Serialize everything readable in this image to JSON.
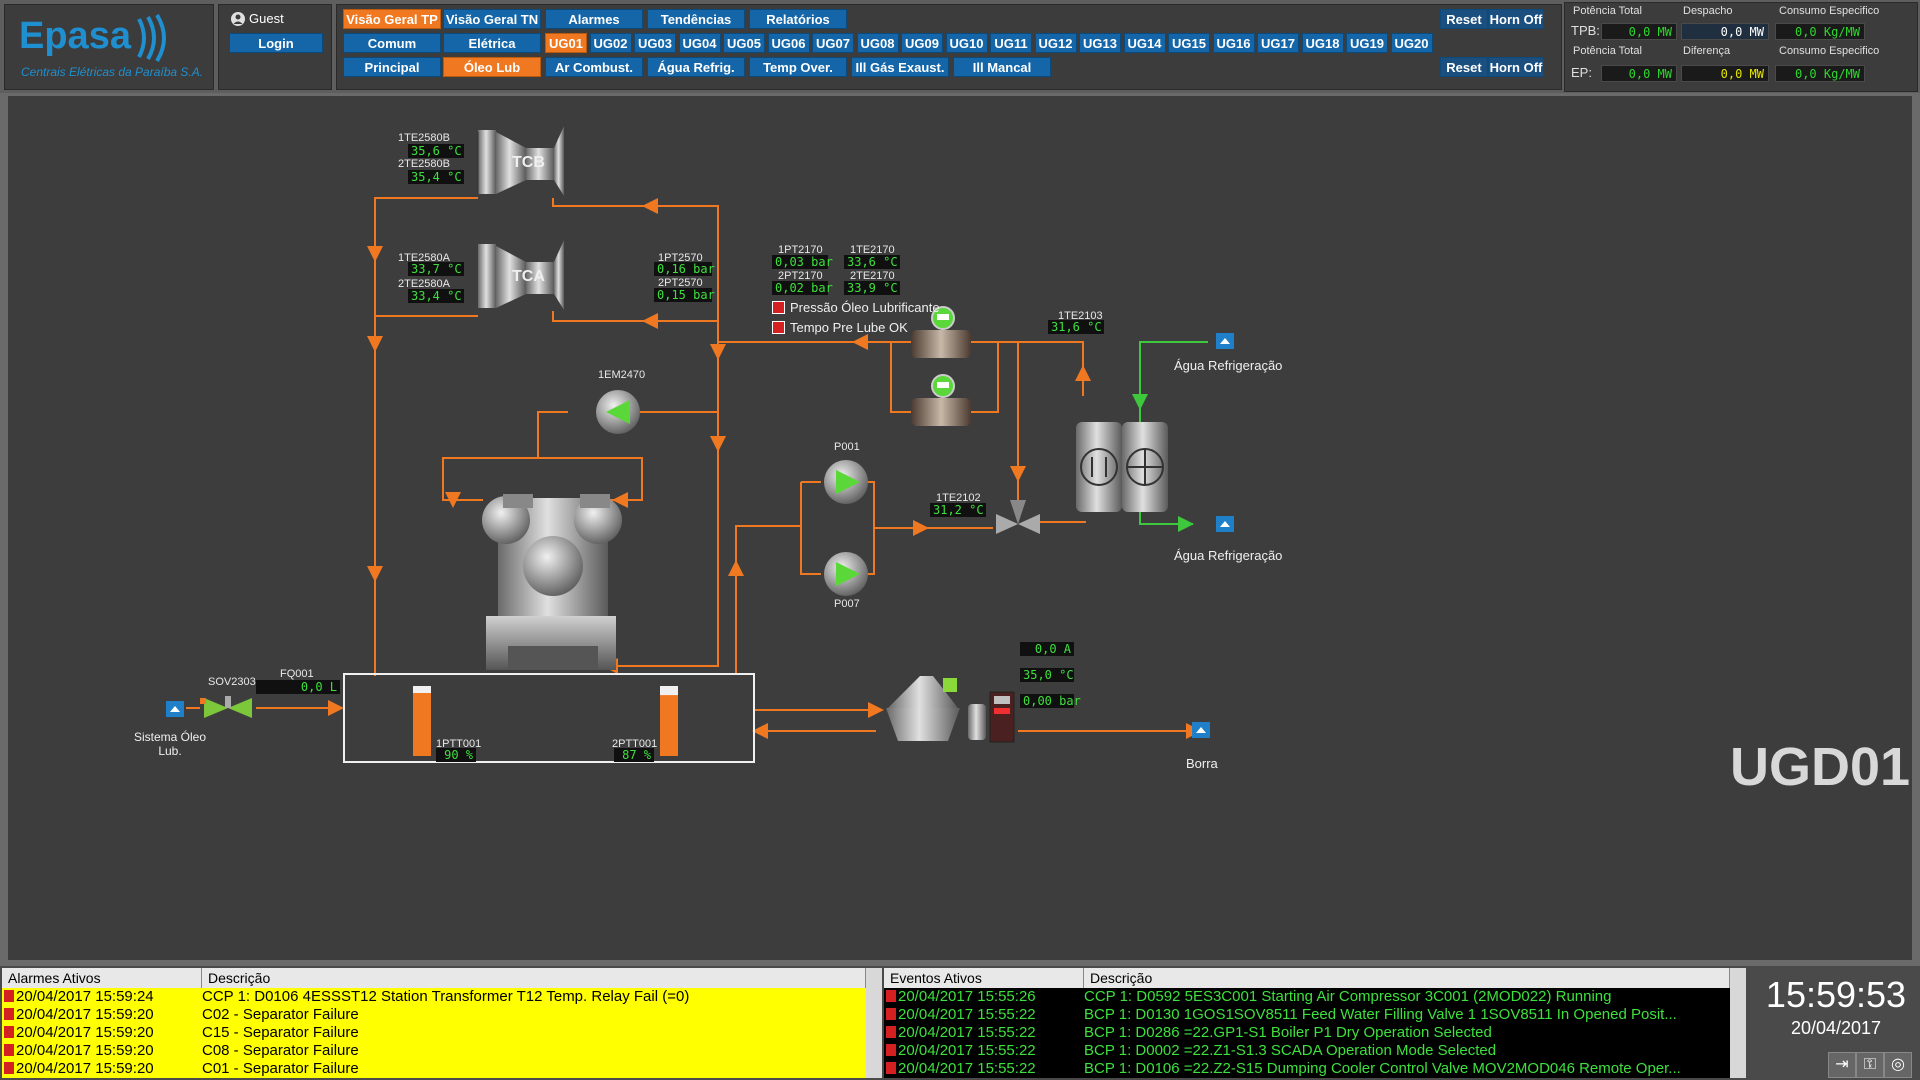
{
  "brand": {
    "name": "Epasa",
    "subtitle": "Centrais Elétricas da Paraíba S.A."
  },
  "user": {
    "name": "Guest",
    "login_label": "Login"
  },
  "nav": {
    "row1": [
      "Visão Geral TP",
      "Visão Geral TN",
      "Alarmes",
      "Tendências",
      "Relatórios"
    ],
    "row2": [
      "Comum",
      "Elétrica"
    ],
    "row3": [
      "Principal",
      "Óleo Lub",
      "Ar Combust.",
      "Água Refrig.",
      "Temp Over.",
      "Gás Exaust.",
      "Mancal"
    ],
    "units": [
      "UG01",
      "UG02",
      "UG03",
      "UG04",
      "UG05",
      "UG06",
      "UG07",
      "UG08",
      "UG09",
      "UG10",
      "UG11",
      "UG12",
      "UG13",
      "UG14",
      "UG15",
      "UG16",
      "UG17",
      "UG18",
      "UG19",
      "UG20"
    ],
    "reset1": "Reset",
    "hornoff1": "Horn Off",
    "reset2": "Reset",
    "hornoff2": "Horn Off"
  },
  "kpi": {
    "h1": "Potência Total",
    "h2": "Despacho",
    "h3": "Consumo Especifico",
    "tpb_label": "TPB:",
    "tpb_val": "0,0 MW",
    "despacho_val": "0,0  MW",
    "consumo1_val": "0,0 Kg/MW",
    "h4": "Potência Total",
    "h5": "Diferença",
    "h6": "Consumo Especifico",
    "ep_label": "EP:",
    "ep_val": "0,0 MW",
    "diferenca_val": "0,0 MW",
    "consumo2_val": "0,0 Kg/MW"
  },
  "diagram": {
    "tcb": {
      "label": "TCB",
      "t1_tag": "1TE2580B",
      "t1_val": "35,6  °C",
      "t2_tag": "2TE2580B",
      "t2_val": "35,4  °C"
    },
    "tca": {
      "label": "TCA",
      "t1_tag": "1TE2580A",
      "t1_val": "33,7  °C",
      "t2_tag": "2TE2580A",
      "t2_val": "33,4  °C"
    },
    "pt2570": {
      "t1_tag": "1PT2570",
      "t1_val": "0,16 bar",
      "t2_tag": "2PT2570",
      "t2_val": "0,15 bar"
    },
    "pt2170": {
      "t1_tag": "1PT2170",
      "t1_val": "0,03 bar",
      "t2_tag": "2PT2170",
      "t2_val": "0,02 bar"
    },
    "te2170": {
      "t1_tag": "1TE2170",
      "t1_val": "33,6  °C",
      "t2_tag": "2TE2170",
      "t2_val": "33,9  °C"
    },
    "status1": "Pressão Óleo Lubrificante",
    "status2": "Tempo Pre Lube OK",
    "te2103": {
      "tag": "1TE2103",
      "val": "31,6  °C"
    },
    "te2102": {
      "tag": "1TE2102",
      "val": "31,2  °C"
    },
    "em2470": "1EM2470",
    "p001": "P001",
    "p007": "P007",
    "agua1": "Água Refrigeração",
    "agua2": "Água Refrigeração",
    "sov": "SOV2303",
    "fq": {
      "tag": "FQ001",
      "val": "0,0  L"
    },
    "sistema": "Sistema Óleo\nLub.",
    "tank1": {
      "tag": "1PTT001",
      "val": "90  %",
      "level": 0.9
    },
    "tank2": {
      "tag": "2PTT001",
      "val": "87  %",
      "level": 0.87
    },
    "sep": {
      "a": "0,0  A",
      "c": "35,0  °C",
      "bar": "0,00 bar"
    },
    "borra": "Borra",
    "unit": "UGD01"
  },
  "alarms": {
    "h1": "Alarmes Ativos",
    "h2": "Descrição",
    "rows": [
      {
        "ts": "20/04/2017 15:59:24",
        "desc": "CCP 1: D0106 4ESSST12 Station Transformer T12 Temp. Relay Fail (=0)"
      },
      {
        "ts": "20/04/2017 15:59:20",
        "desc": "C02 - Separator Failure"
      },
      {
        "ts": "20/04/2017 15:59:20",
        "desc": "C15 - Separator Failure"
      },
      {
        "ts": "20/04/2017 15:59:20",
        "desc": "C08 - Separator Failure"
      },
      {
        "ts": "20/04/2017 15:59:20",
        "desc": "C01 - Separator Failure"
      }
    ]
  },
  "events": {
    "h1": "Eventos Ativos",
    "h2": "Descrição",
    "rows": [
      {
        "ts": "20/04/2017 15:55:26",
        "desc": "CCP 1: D0592 5ES3C001 Starting Air Compressor 3C001 (2MOD022) Running"
      },
      {
        "ts": "20/04/2017 15:55:22",
        "desc": "BCP 1: D0130 1GOS1SOV8511 Feed Water Filling Valve 1 1SOV8511 In Opened Posit..."
      },
      {
        "ts": "20/04/2017 15:55:22",
        "desc": "BCP 1: D0286 =22.GP1-S1 Boiler P1 Dry Operation Selected"
      },
      {
        "ts": "20/04/2017 15:55:22",
        "desc": "BCP 1: D0002 =22.Z1-S1.3 SCADA Operation Mode Selected"
      },
      {
        "ts": "20/04/2017 15:55:22",
        "desc": "BCP 1: D0106 =22.Z2-S15 Dumping Cooler Control Valve MOV2MOD046 Remote Oper..."
      }
    ]
  },
  "clock": {
    "time": "15:59:53",
    "date": "20/04/2017"
  },
  "colors": {
    "pipe": "#f07820",
    "water": "#3ec83e",
    "accent": "#1466a8",
    "active": "#f07820"
  }
}
